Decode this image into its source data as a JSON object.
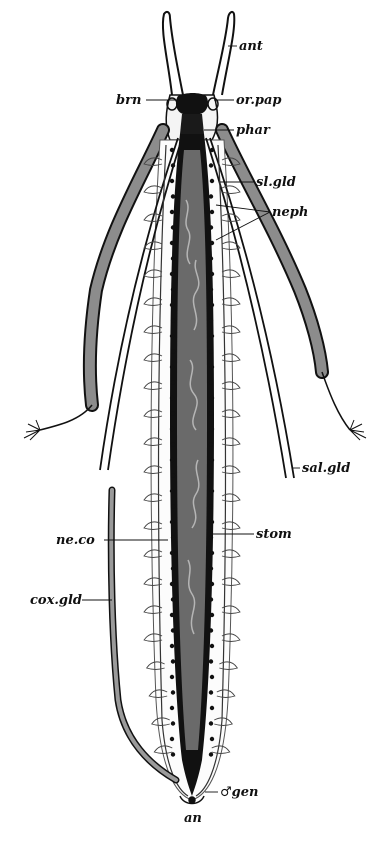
{
  "figure": {
    "labels": {
      "ant": "ant",
      "brn": "brn",
      "or_pap": "or.pap",
      "phar": "phar",
      "sl_gld": "sl.gld",
      "neph": "neph",
      "sal_gld": "sal.gld",
      "ne_co": "ne.co",
      "stom": "stom",
      "cox_gld": "cox.gld",
      "gen": "♂gen",
      "an": "an"
    },
    "colors": {
      "ink": "#111111",
      "gut": "#6a6a6a",
      "gland": "#8c8c8c",
      "paper": "#ffffff"
    }
  }
}
